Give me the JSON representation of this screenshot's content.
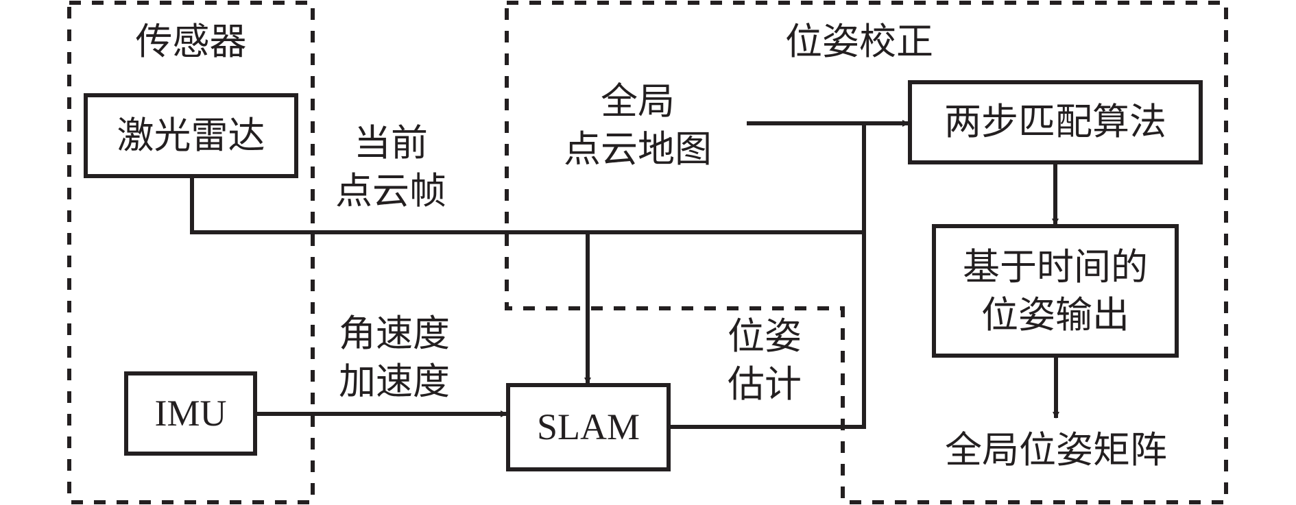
{
  "groups": {
    "sensors": {
      "title": "传感器"
    },
    "pose_correction": {
      "title": "位姿校正"
    }
  },
  "nodes": {
    "lidar": {
      "label": "激光雷达"
    },
    "imu": {
      "label": "IMU"
    },
    "slam": {
      "label": "SLAM"
    },
    "two_step_matching": {
      "label": "两步匹配算法"
    },
    "time_based_output": {
      "line1": "基于时间的",
      "line2": "位姿输出"
    },
    "global_pose_matrix": {
      "label": "全局位姿矩阵"
    }
  },
  "edge_labels": {
    "current_frame": {
      "line1": "当前",
      "line2": "点云帧"
    },
    "global_map": {
      "line1": "全局",
      "line2": "点云地图"
    },
    "imu_data": {
      "line1": "角速度",
      "line2": "加速度"
    },
    "pose_estimate": {
      "line1": "位姿",
      "line2": "估计"
    }
  },
  "colors": {
    "stroke": "#231f20",
    "background": "#ffffff"
  }
}
